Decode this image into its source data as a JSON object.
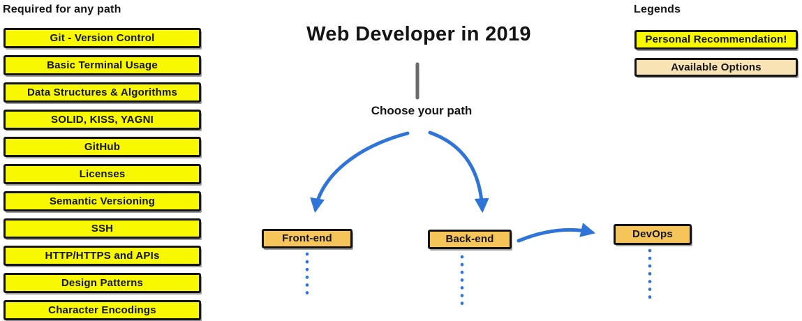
{
  "required_section": {
    "title": "Required for any path",
    "items": [
      "Git - Version Control",
      "Basic Terminal Usage",
      "Data Structures & Algorithms",
      "SOLID, KISS, YAGNI",
      "GitHub",
      "Licenses",
      "Semantic Versioning",
      "SSH",
      "HTTP/HTTPS and APIs",
      "Design Patterns",
      "Character Encodings"
    ]
  },
  "main": {
    "title": "Web Developer in 2019",
    "choose_label": "Choose your path",
    "paths": [
      {
        "label": "Front-end"
      },
      {
        "label": "Back-end"
      },
      {
        "label": "DevOps"
      }
    ]
  },
  "legends": {
    "title": "Legends",
    "items": [
      {
        "label": "Personal Recommendation!",
        "style": "recommendation"
      },
      {
        "label": "Available Options",
        "style": "available-option"
      }
    ]
  },
  "colors": {
    "recommendation_fill": "#F8F800",
    "available_option_fill": "#F8E3B4",
    "path_node_fill": "#F5C55A",
    "arrow_blue": "#2E74D9",
    "trunk_gray": "#6A6A6A",
    "border_black": "#141414"
  }
}
